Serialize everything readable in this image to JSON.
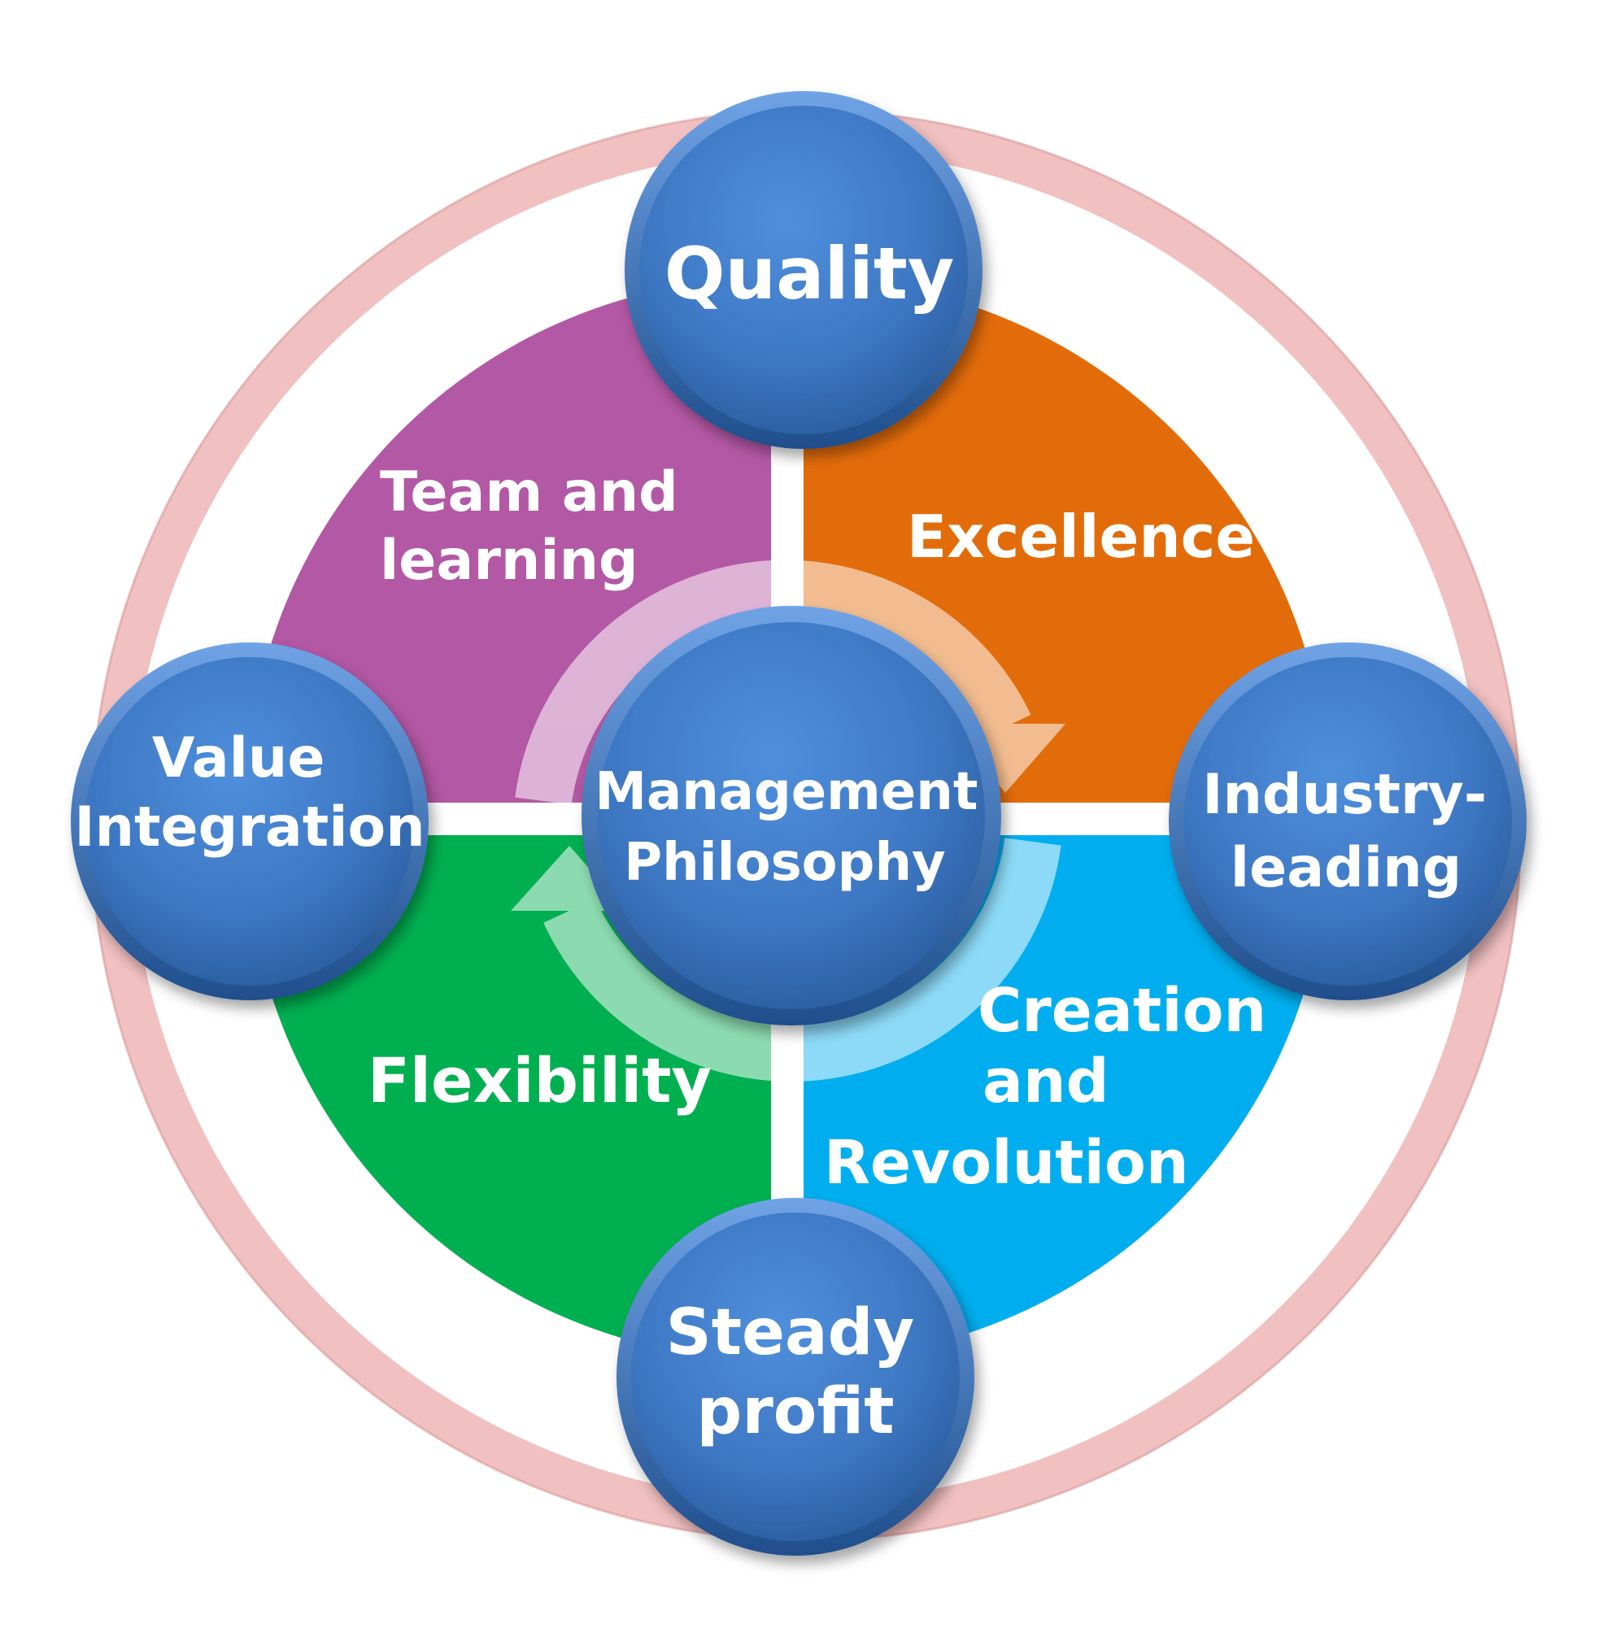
{
  "diagram": {
    "center": {
      "lines": [
        "Management",
        "Philosophy"
      ]
    },
    "quadrants": [
      {
        "id": "team",
        "lines": [
          "Team and",
          "learning"
        ],
        "color": "#B358A4"
      },
      {
        "id": "excellence",
        "lines": [
          "Excellence"
        ],
        "color": "#E36C0A"
      },
      {
        "id": "flexibility",
        "lines": [
          "Flexibility"
        ],
        "color": "#00AF50"
      },
      {
        "id": "creation",
        "lines": [
          "Creation",
          "and",
          "Revolution"
        ],
        "color": "#00AEEF"
      }
    ],
    "nodes": [
      {
        "id": "quality",
        "lines": [
          "Quality"
        ]
      },
      {
        "id": "value",
        "lines": [
          "Value",
          "Integration"
        ]
      },
      {
        "id": "industry",
        "lines": [
          "Industry-",
          "leading"
        ]
      },
      {
        "id": "profit",
        "lines": [
          "Steady",
          "profit"
        ]
      }
    ],
    "colors": {
      "ring": "#F1C0C0",
      "ring_edge": "#D89A9A",
      "node_fill": "#3E78C4",
      "node_dark": "#1F4E8C",
      "text": "#FFFFFF"
    }
  }
}
